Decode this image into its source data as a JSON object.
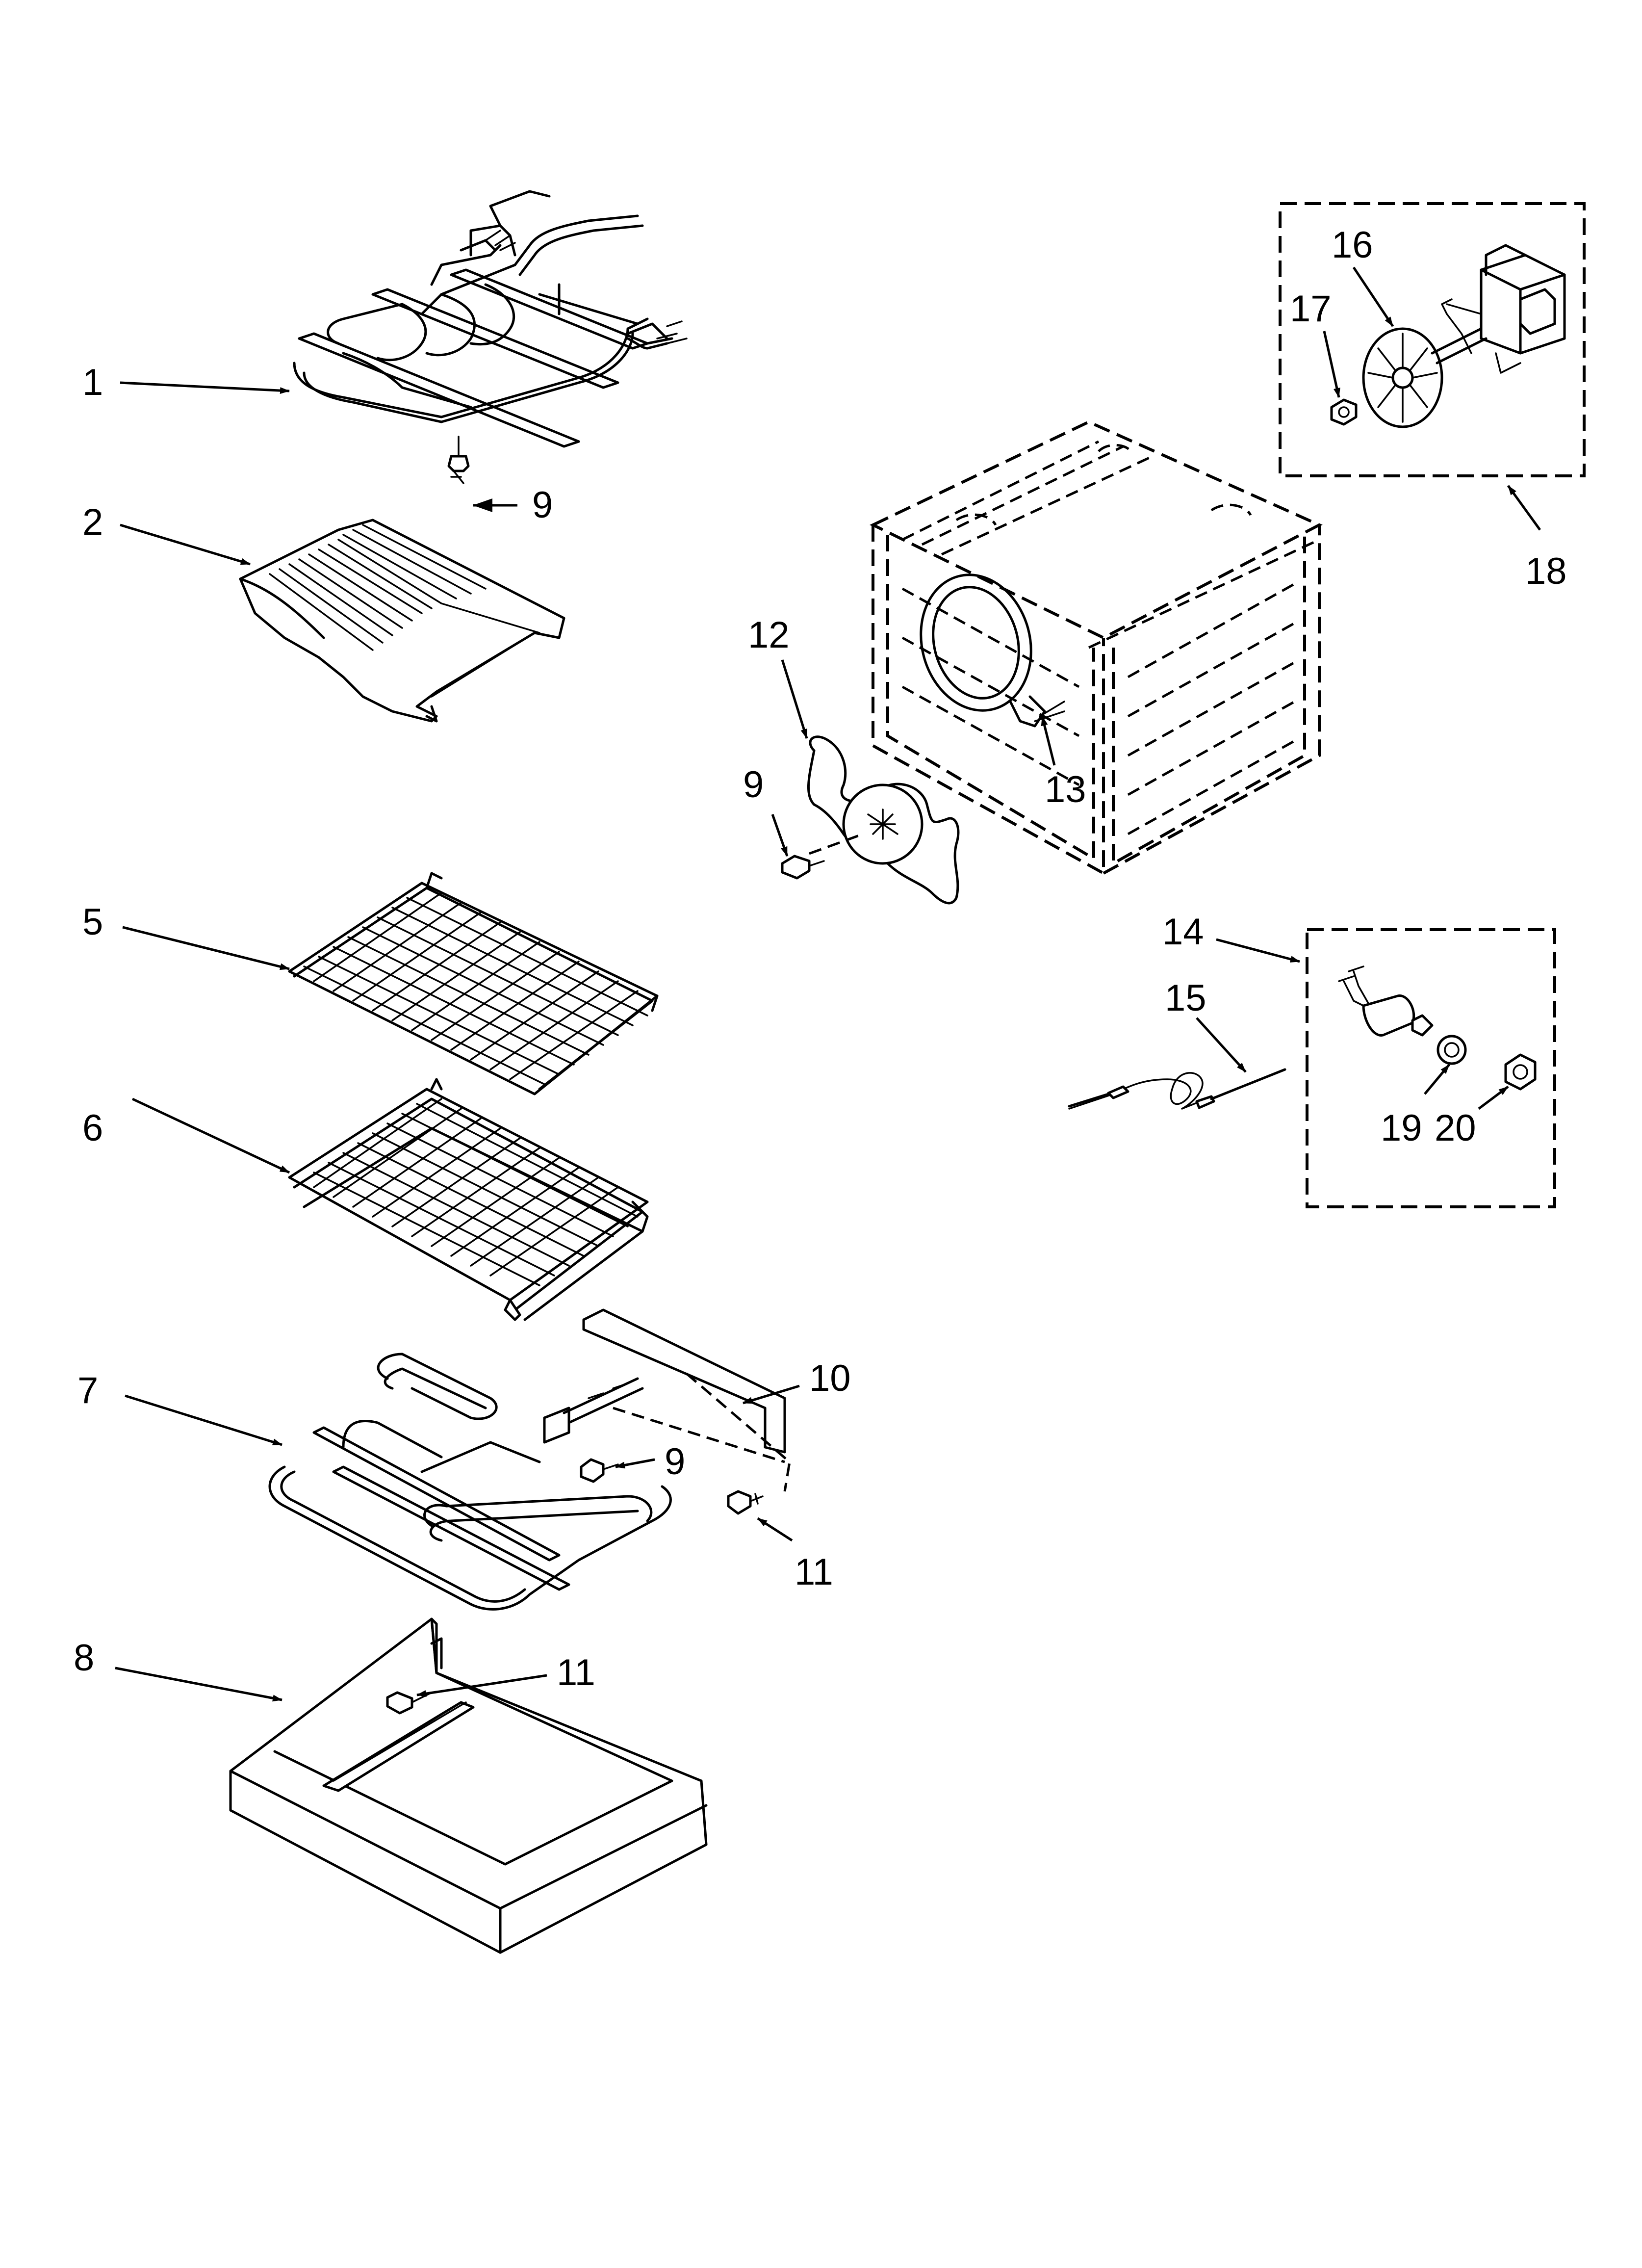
{
  "diagram": {
    "callouts": [
      "1",
      "2",
      "5",
      "6",
      "7",
      "8",
      "9",
      "9",
      "9",
      "10",
      "11",
      "11",
      "12",
      "13",
      "14",
      "15",
      "16",
      "17",
      "18",
      "19",
      "20"
    ]
  }
}
